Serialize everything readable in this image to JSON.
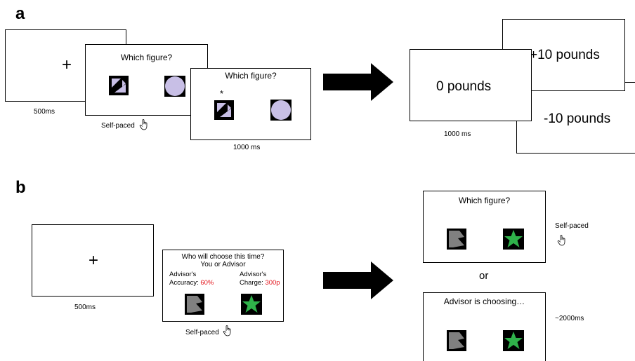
{
  "panel_a": {
    "label": "a",
    "fixation": {
      "symbol": "+",
      "duration": "500ms"
    },
    "choice_screen": {
      "title": "Which figure?",
      "caption": "Self-paced"
    },
    "feedback_screen": {
      "title": "Which figure?",
      "marker": "*",
      "duration": "1000 ms"
    },
    "outcomes": {
      "gain": "+10 pounds",
      "neutral": "0 pounds",
      "loss": "-10 pounds",
      "duration": "1000 ms"
    }
  },
  "panel_b": {
    "label": "b",
    "fixation": {
      "symbol": "+",
      "duration": "500ms"
    },
    "advisor_screen": {
      "question_line1": "Who will choose this time?",
      "question_line2": "You or Advisor",
      "accuracy_label_line1": "Advisor's",
      "accuracy_label_line2": "Accuracy: ",
      "accuracy_value": "60%",
      "charge_label_line1": "Advisor's",
      "charge_label_line2": "Charge: ",
      "charge_value": "300p",
      "caption": "Self-paced"
    },
    "self_choice_screen": {
      "title": "Which figure?",
      "timing": "Self-paced"
    },
    "or_text": "or",
    "advisor_choice_screen": {
      "title": "Advisor is choosing…",
      "timing": "~2000ms"
    }
  },
  "colors": {
    "stimulus_bg": "#000000",
    "lavender": "#c8bfe6",
    "green": "#2fb24a",
    "gray": "#808080",
    "red": "#e3141b"
  },
  "icons": {
    "hand": "hand-pointer-icon",
    "arrow": "right-arrow-icon"
  }
}
